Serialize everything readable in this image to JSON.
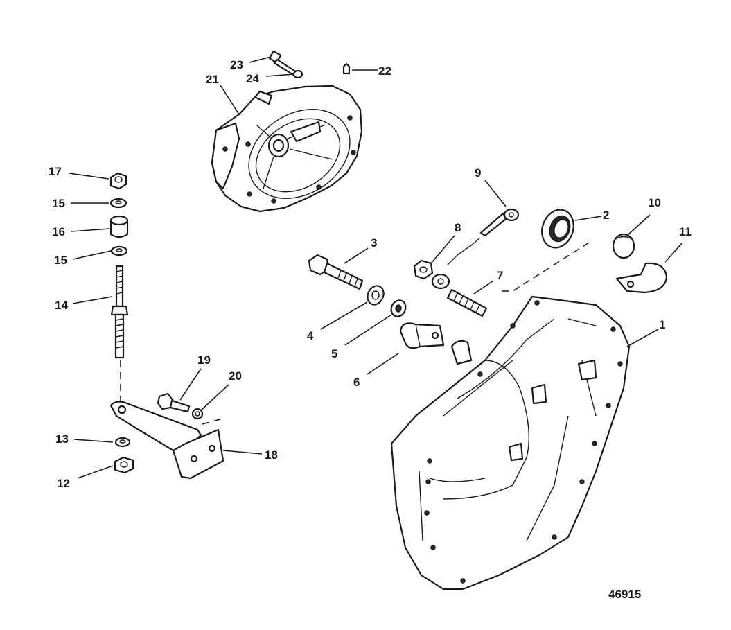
{
  "callouts": [
    "1",
    "2",
    "3",
    "4",
    "5",
    "6",
    "7",
    "8",
    "9",
    "10",
    "11",
    "12",
    "13",
    "14",
    "15",
    "15",
    "16",
    "17",
    "18",
    "19",
    "20",
    "21",
    "22",
    "23",
    "24"
  ],
  "figure_number": "46915"
}
